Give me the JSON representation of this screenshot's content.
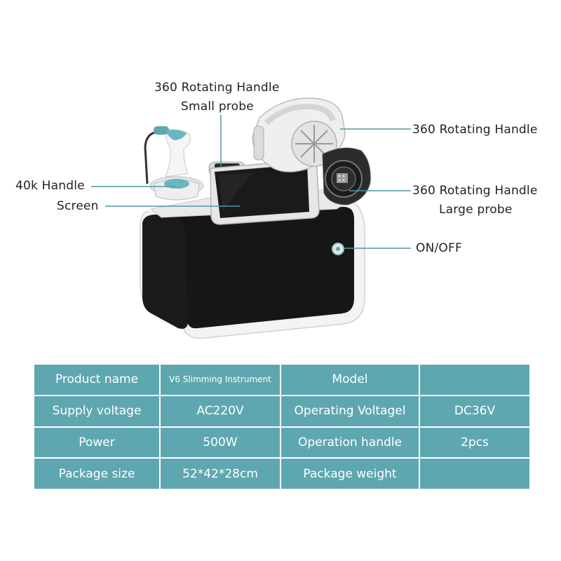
{
  "callouts": {
    "small_probe_line1": "360 Rotating Handle",
    "small_probe_line2": "Small probe",
    "rotating_handle": "360 Rotating Handle",
    "handle_40k": "40k Handle",
    "screen": "Screen",
    "large_probe_line1": "360 Rotating Handle",
    "large_probe_line2": "Large probe",
    "on_off": "ON/OFF"
  },
  "specs": {
    "rows": [
      {
        "label1": "Product name",
        "value1": "V6 Slimming Instrument",
        "label2": "Model",
        "value2": ""
      },
      {
        "label1": "Supply voltage",
        "value1": "AC220V",
        "label2": "Operating Voltagel",
        "value2": "DC36V"
      },
      {
        "label1": "Power",
        "value1": "500W",
        "label2": "Operation handle",
        "value2": "2pcs"
      },
      {
        "label1": "Package size",
        "value1": "52*42*28cm",
        "label2": "Package weight",
        "value2": ""
      }
    ]
  },
  "colors": {
    "accent": "#5fa7b0",
    "leader_line": "#4e9aa4",
    "device_body": "#161616",
    "device_frame": "#f4f4f4"
  }
}
